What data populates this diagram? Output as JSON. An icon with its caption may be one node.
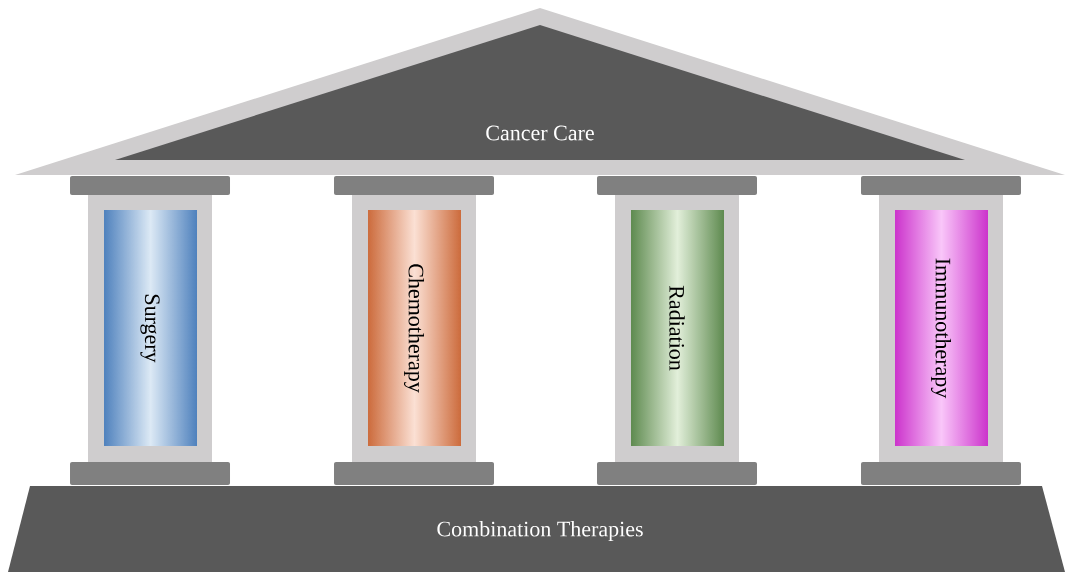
{
  "diagram": {
    "nodes": [
      {
        "text": [
          "Cancer Care"
        ]
      },
      {
        "text": [
          "Surgery"
        ]
      },
      {
        "text": [
          "Chemotherapy"
        ]
      },
      {
        "text": [
          "Radiation"
        ]
      },
      {
        "text": [
          "Immunotherapy"
        ]
      },
      {
        "text": [
          "Combination Therapies"
        ]
      }
    ]
  }
}
